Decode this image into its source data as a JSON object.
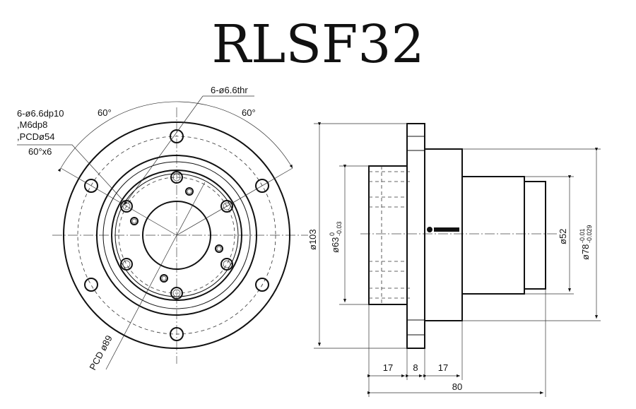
{
  "title": "RLSF32",
  "front_view": {
    "label_thread_holes": "6-ø6.6thr",
    "label_holes_line1": "6-ø6.6dp10",
    "label_holes_line2": ",M6dp8",
    "label_holes_line3": ",PCDø54",
    "label_holes_line4": "60°x6",
    "angle_left": "60°",
    "angle_right": "60°",
    "pcd_label": "PCD ø89"
  },
  "side_view": {
    "dim_flange_od": "ø103",
    "dim_body_od_base": "ø63",
    "dim_body_od_tol_upper": "0",
    "dim_body_od_tol_lower": "-0.03",
    "dim_shaft_od": "ø52",
    "dim_housing_od_base": "ø78",
    "dim_housing_od_tol_upper": "-0.01",
    "dim_housing_od_tol_lower": "-0.029",
    "dim_len_a": "17",
    "dim_len_b": "8",
    "dim_len_c": "17",
    "dim_total": "80"
  }
}
